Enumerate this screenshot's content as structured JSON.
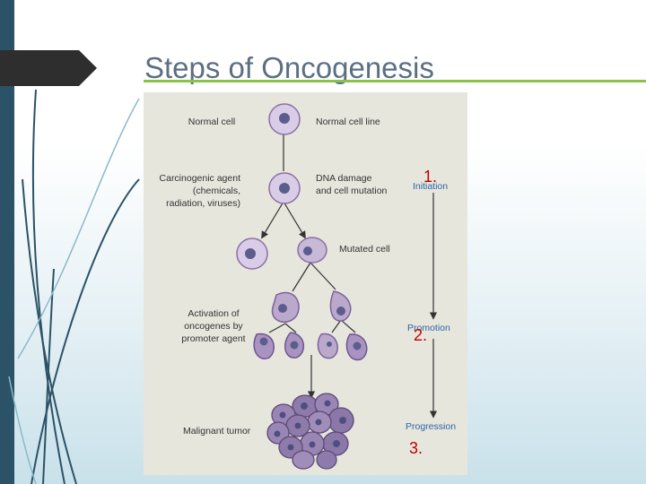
{
  "slide": {
    "title": "Steps of Oncogenesis",
    "accent_color": "#8bc34a",
    "sidebar_color": "#2b5266"
  },
  "figure": {
    "labels": {
      "normal_cell": "Normal cell",
      "normal_cell_line": "Normal cell line",
      "carcinogenic_agent": "Carcinogenic agent",
      "carcinogenic_examples_1": "(chemicals,",
      "carcinogenic_examples_2": "radiation, viruses)",
      "dna_damage_1": "DNA damage",
      "dna_damage_2": "and cell mutation",
      "mutated_cell": "Mutated cell",
      "activation_1": "Activation of",
      "activation_2": "oncogenes by",
      "activation_3": "promoter agent",
      "malignant_tumor": "Malignant tumor"
    },
    "stages": {
      "initiation": "Initiation",
      "promotion": "Promotion",
      "progression": "Progression"
    },
    "step_numbers": {
      "one": "1.",
      "two": "2.",
      "three": "3."
    },
    "colors": {
      "cell_fill": "#c8b9d6",
      "cell_stroke": "#8b6fa6",
      "nucleus": "#5b5d8f",
      "stage_label": "#2e64a8",
      "step_number": "#c00000"
    }
  }
}
